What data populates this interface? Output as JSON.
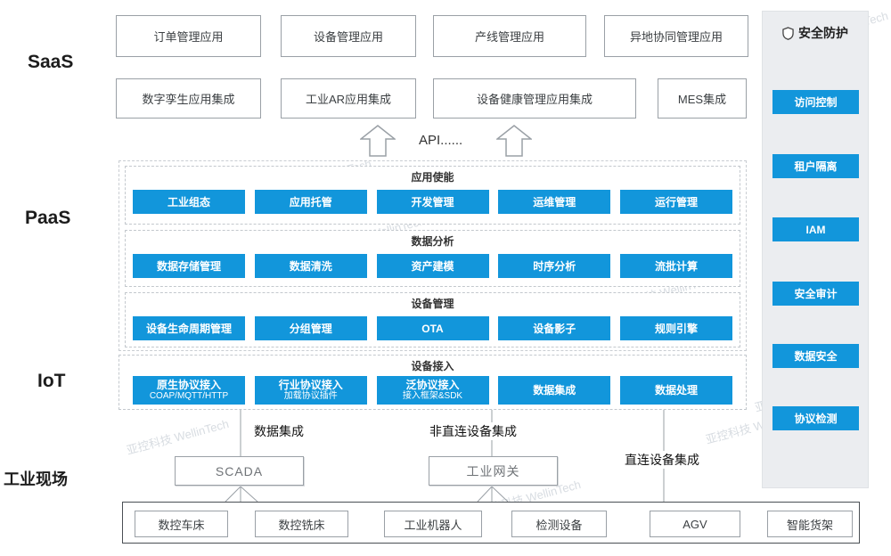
{
  "watermark": "亚控科技 WellinTech",
  "colors": {
    "accent": "#1296db"
  },
  "layer_labels": {
    "saas": "SaaS",
    "paas": "PaaS",
    "iot": "IoT",
    "field": "工业现场"
  },
  "saas": {
    "row1": [
      {
        "label": "订单管理应用"
      },
      {
        "label": "设备管理应用"
      },
      {
        "label": "产线管理应用"
      },
      {
        "label": "异地协同管理应用"
      }
    ],
    "row2": [
      {
        "label": "数字孪生应用集成"
      },
      {
        "label": "工业AR应用集成"
      },
      {
        "label": "设备健康管理应用集成"
      },
      {
        "label": "MES集成"
      }
    ]
  },
  "api": {
    "label": "API......"
  },
  "paas": {
    "sections": [
      {
        "title": "应用使能",
        "items": [
          {
            "label": "工业组态"
          },
          {
            "label": "应用托管"
          },
          {
            "label": "开发管理"
          },
          {
            "label": "运维管理"
          },
          {
            "label": "运行管理"
          }
        ]
      },
      {
        "title": "数据分析",
        "items": [
          {
            "label": "数据存储管理"
          },
          {
            "label": "数据清洗"
          },
          {
            "label": "资产建模"
          },
          {
            "label": "时序分析"
          },
          {
            "label": "流批计算"
          }
        ]
      },
      {
        "title": "设备管理",
        "items": [
          {
            "label": "设备生命周期管理"
          },
          {
            "label": "分组管理"
          },
          {
            "label": "OTA"
          },
          {
            "label": "设备影子"
          },
          {
            "label": "规则引擎"
          }
        ]
      }
    ]
  },
  "iot": {
    "title": "设备接入",
    "items": [
      {
        "label": "原生协议接入",
        "sub": "COAP/MQTT/HTTP"
      },
      {
        "label": "行业协议接入",
        "sub": "加载协议插件"
      },
      {
        "label": "泛协议接入",
        "sub": "接入框架&SDK"
      },
      {
        "label": "数据集成",
        "sub": ""
      },
      {
        "label": "数据处理",
        "sub": ""
      }
    ]
  },
  "security": {
    "title": "安全防护",
    "items": [
      {
        "label": "访问控制"
      },
      {
        "label": "租户隔离"
      },
      {
        "label": "IAM"
      },
      {
        "label": "安全审计"
      },
      {
        "label": "数据安全"
      },
      {
        "label": "协议检测"
      }
    ]
  },
  "connections": {
    "scada_link_label": "数据集成",
    "gateway_link_label": "非直连设备集成",
    "direct_link_label": "直连设备集成",
    "scada": "SCADA",
    "gateway": "工业网关"
  },
  "field": {
    "items": [
      {
        "label": "数控车床"
      },
      {
        "label": "数控铣床"
      },
      {
        "label": "工业机器人"
      },
      {
        "label": "检测设备"
      },
      {
        "label": "AGV"
      },
      {
        "label": "智能货架"
      }
    ]
  }
}
